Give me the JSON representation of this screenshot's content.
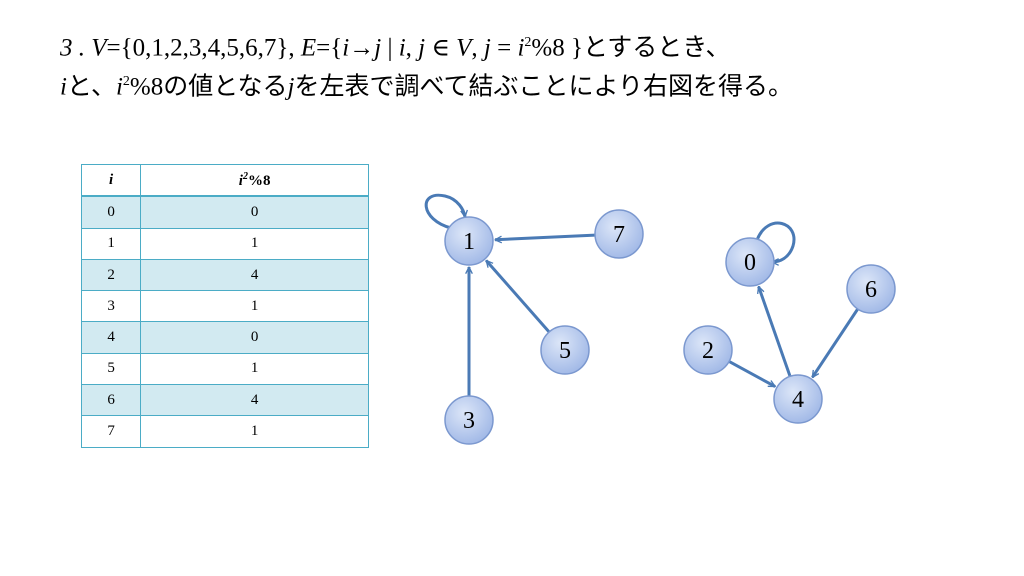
{
  "heading": {
    "line1_prefix": "3 . ",
    "line1_V": "V",
    "line1_set": "={0,1,2,3,4,5,6,7}, ",
    "line1_E": "E",
    "line1_eq": "={",
    "line1_i": "i",
    "line1_arrow": "→",
    "line1_j": "j",
    "line1_bar": " | ",
    "line1_i2": "i",
    "line1_comma": ", ",
    "line1_j2": "j",
    "line1_in": " ∈ ",
    "line1_V2": "V",
    "line1_comma2": ", ",
    "line1_j3": "j",
    "line1_eq2": " = ",
    "line1_i3": "i",
    "line1_sup": "2",
    "line1_mod": "%8 }とするとき、",
    "line2_i": "i",
    "line2_a": "と、",
    "line2_i2": "i",
    "line2_sup": "2",
    "line2_b": "%8の値となる",
    "line2_j": "j",
    "line2_c": "を左表で調べて結ぶことにより右図を得る。"
  },
  "table": {
    "header_i": "i",
    "header_f_base": "i",
    "header_f_sup": "2",
    "header_f_rest": "%8",
    "rows": [
      {
        "i": "0",
        "f": "0"
      },
      {
        "i": "1",
        "f": "1"
      },
      {
        "i": "2",
        "f": "4"
      },
      {
        "i": "3",
        "f": "1"
      },
      {
        "i": "4",
        "f": "0"
      },
      {
        "i": "5",
        "f": "1"
      },
      {
        "i": "6",
        "f": "4"
      },
      {
        "i": "7",
        "f": "1"
      }
    ]
  },
  "graph": {
    "node_fill": "#b4c7ee",
    "node_stroke": "#7b98cf",
    "edge_color": "#4a7ab5",
    "nodes": [
      {
        "id": "1",
        "label": "1"
      },
      {
        "id": "7",
        "label": "7"
      },
      {
        "id": "5",
        "label": "5"
      },
      {
        "id": "3",
        "label": "3"
      },
      {
        "id": "0",
        "label": "0"
      },
      {
        "id": "6",
        "label": "6"
      },
      {
        "id": "2",
        "label": "2"
      },
      {
        "id": "4",
        "label": "4"
      }
    ],
    "edges": [
      {
        "from": "1",
        "to": "1"
      },
      {
        "from": "7",
        "to": "1"
      },
      {
        "from": "5",
        "to": "1"
      },
      {
        "from": "3",
        "to": "1"
      },
      {
        "from": "0",
        "to": "0"
      },
      {
        "from": "4",
        "to": "0"
      },
      {
        "from": "6",
        "to": "4"
      },
      {
        "from": "2",
        "to": "4"
      }
    ]
  }
}
